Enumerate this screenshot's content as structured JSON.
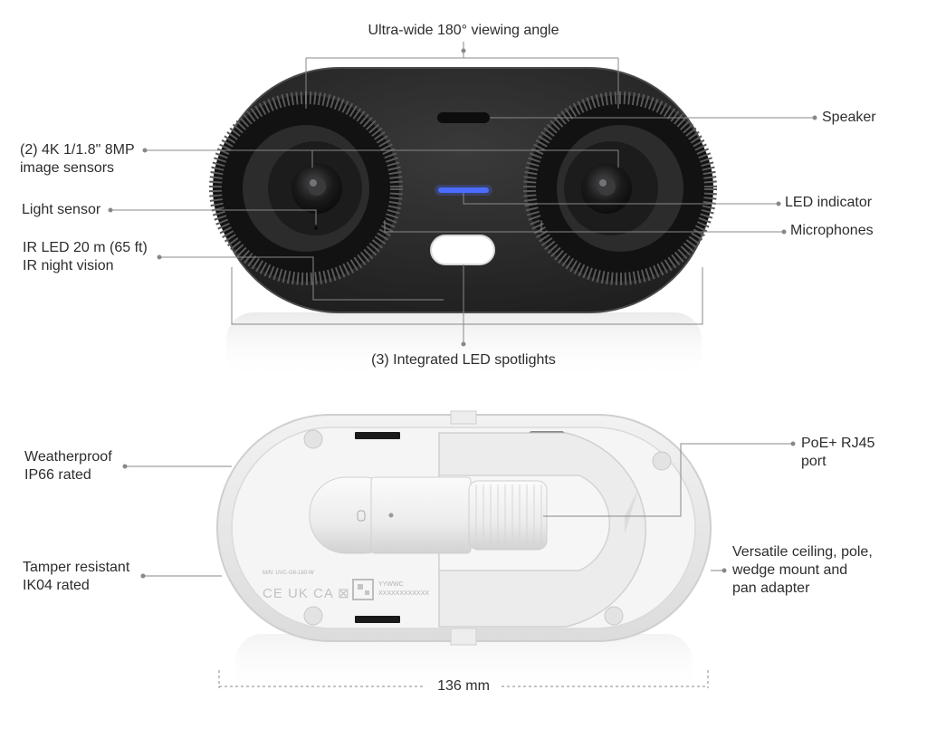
{
  "top_view": {
    "title": "Ultra-wide 180° viewing angle",
    "labels": {
      "sensors": [
        "(2) 4K 1/1.8\" 8MP",
        "image sensors"
      ],
      "light_sensor": "Light sensor",
      "ir_led": [
        "IR LED 20 m (65 ft)",
        "IR night vision"
      ],
      "speaker": "Speaker",
      "led_indicator": "LED indicator",
      "microphones": "Microphones",
      "spotlights": "(3) Integrated LED spotlights"
    },
    "colors": {
      "body": "#2a2a2b",
      "led": "#4d6dff",
      "spotlight": "#ffffff"
    }
  },
  "bottom_view": {
    "labels": {
      "weatherproof": [
        "Weatherproof",
        "IP66 rated"
      ],
      "tamper": [
        "Tamper resistant",
        "IK04 rated"
      ],
      "poe": [
        "PoE+ RJ45",
        "port"
      ],
      "mount": [
        "Versatile ceiling, pole,",
        "wedge mount and",
        "pan adapter"
      ],
      "width": "136 mm"
    },
    "product_marking": {
      "model": "M/N: UVC-G6-180-W",
      "date_code": "YYWWC",
      "serial": "XXXXXXXXXXXX"
    },
    "colors": {
      "shell": "#e9e9e9",
      "inner": "#f4f4f4"
    }
  }
}
